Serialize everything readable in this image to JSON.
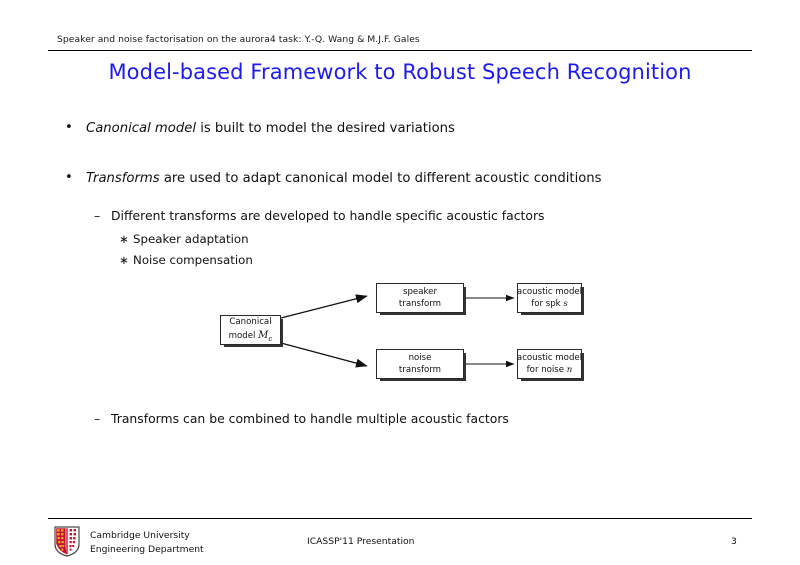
{
  "slide": {
    "header": "Speaker and noise factorisation on the aurora4 task: Y.-Q. Wang & M.J.F. Gales",
    "title": "Model-based Framework to Robust Speech Recognition",
    "title_color": "#1c1cef"
  },
  "bullets": {
    "b1": {
      "marker": "•",
      "lead": "Canonical model",
      "rest": " is built to model the desired variations"
    },
    "b2": {
      "marker": "•",
      "lead": "Transforms",
      "rest": " are used to adapt canonical model to different acoustic conditions"
    },
    "b3": {
      "marker": "–",
      "text": "Different transforms are developed to handle specific acoustic factors"
    },
    "b4": {
      "marker": "∗",
      "text": "Speaker adaptation"
    },
    "b5": {
      "marker": "∗",
      "text": "Noise compensation"
    },
    "b6": {
      "marker": "–",
      "text": "Transforms can be combined to handle multiple acoustic factors"
    }
  },
  "diagram": {
    "canonical": {
      "line1": "Canonical",
      "line2_pre": "model",
      "symbol": "M",
      "symbol_sub": "c"
    },
    "speaker_transform": {
      "line1": "speaker",
      "line2": "transform"
    },
    "noise_transform": {
      "line1": "noise",
      "line2": "transform"
    },
    "acoustic_spk": {
      "line1": "acoustic model",
      "line2_pre": "for spk ",
      "line2_var": "s"
    },
    "acoustic_noise": {
      "line1": "acoustic model",
      "line2_pre": "for noise ",
      "line2_var": "n"
    }
  },
  "footer": {
    "org_line1": "Cambridge University",
    "org_line2": "Engineering Department",
    "center": "ICASSP'11 Presentation",
    "page": "3",
    "crest_colors": {
      "field": "#ffffff",
      "cross": "#c8102e",
      "gold": "#e8b31f"
    }
  }
}
